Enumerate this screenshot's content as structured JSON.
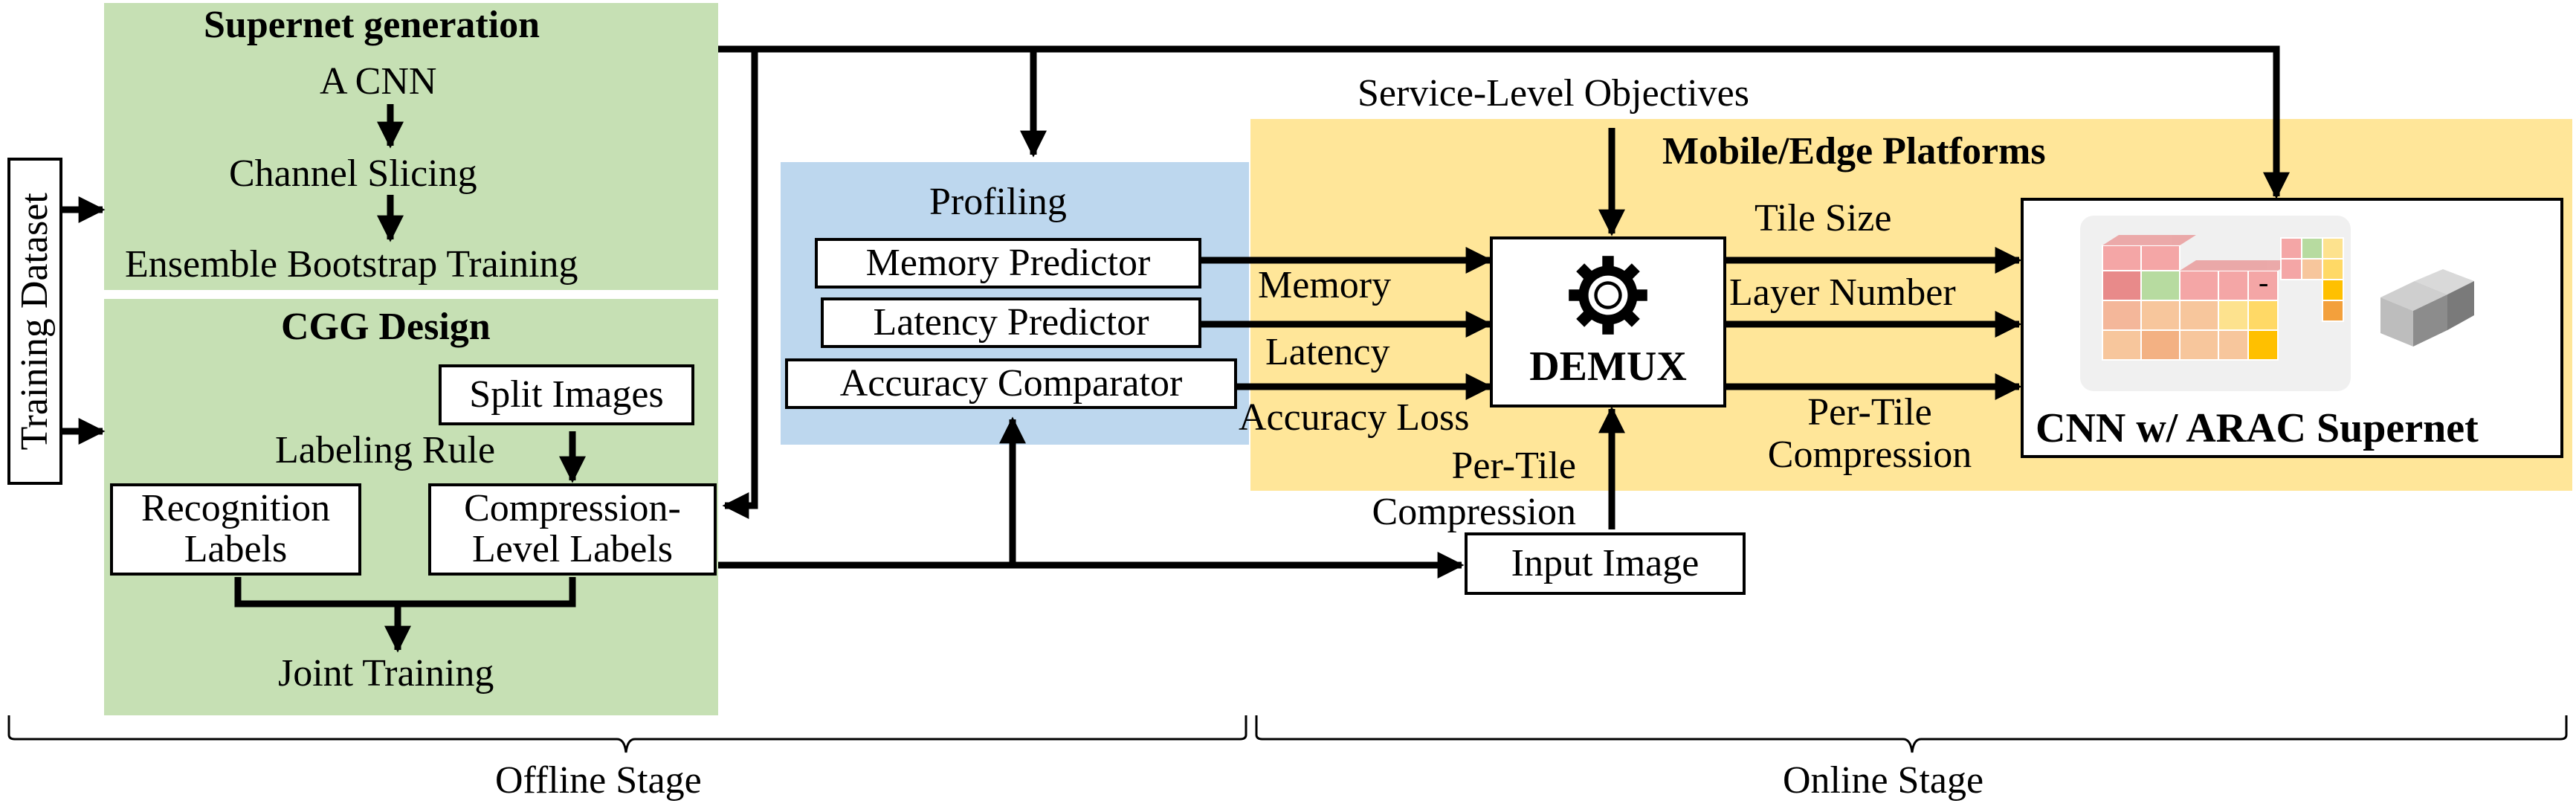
{
  "colors": {
    "offline_green": "#c6e0b4",
    "profiling_blue": "#bdd7ee",
    "platform_yellow": "#ffe699",
    "line": "#000000"
  },
  "training_dataset": "Training Dataset",
  "supernet": {
    "title": "Supernet generation",
    "cnn": "A CNN",
    "slicing": "Channel Slicing",
    "bootstrap": "Ensemble Bootstrap Training"
  },
  "cgg": {
    "title": "CGG Design",
    "split": "Split Images",
    "labeling_rule": "Labeling Rule",
    "recognition": "Recognition Labels",
    "compression": "Compression-Level Labels",
    "joint": "Joint Training"
  },
  "profiling": {
    "title": "Profiling",
    "memory": "Memory Predictor",
    "latency": "Latency Predictor",
    "accuracy": "Accuracy Comparator"
  },
  "signals": {
    "memory": "Memory",
    "latency": "Latency",
    "accuracy_loss": "Accuracy Loss",
    "per_tile_compression_in": "Per-Tile Compression",
    "slo": "Service-Level Objectives",
    "tile_size": "Tile Size",
    "layer_number": "Layer Number",
    "per_tile_compression_out": "Per-Tile Compression"
  },
  "platform": {
    "title": "Mobile/Edge Platforms",
    "demux": "DEMUX",
    "demux_icon": "gear-icon",
    "cnn_supernet": "CNN w/ ARAC Supernet",
    "ellipsis": "-"
  },
  "input_image": "Input Image",
  "stages": {
    "offline": "Offline Stage",
    "online": "Online Stage"
  }
}
